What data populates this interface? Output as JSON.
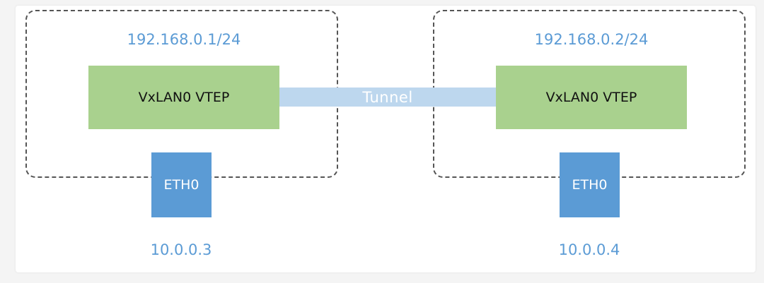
{
  "left_host": {
    "subnet": "192.168.0.1/24",
    "vtep_label": "VxLAN0 VTEP",
    "eth_label": "ETH0",
    "eth_ip": "10.0.0.3"
  },
  "right_host": {
    "subnet": "192.168.0.2/24",
    "vtep_label": "VxLAN0 VTEP",
    "eth_label": "ETH0",
    "eth_ip": "10.0.0.4"
  },
  "tunnel": {
    "label": "Tunnel"
  },
  "colors": {
    "vtep": "#a9d18e",
    "eth": "#5b9bd5",
    "tunnel": "#bdd7ee",
    "label_text": "#5b9bd5",
    "dashed_border": "#555555"
  }
}
